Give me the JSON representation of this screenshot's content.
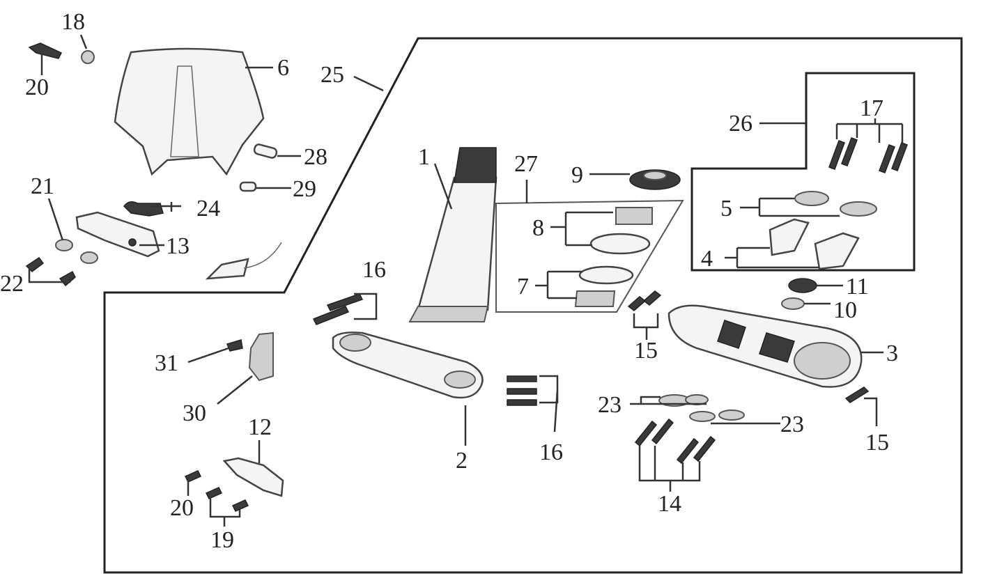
{
  "callouts": {
    "c1": "1",
    "c2": "2",
    "c3": "3",
    "c4": "4",
    "c5": "5",
    "c6": "6",
    "c7": "7",
    "c8": "8",
    "c9": "9",
    "c10": "10",
    "c11": "11",
    "c12": "12",
    "c13": "13",
    "c14": "14",
    "c15a": "15",
    "c15b": "15",
    "c16a": "16",
    "c16b": "16",
    "c17": "17",
    "c18": "18",
    "c19": "19",
    "c20a": "20",
    "c20b": "20",
    "c21": "21",
    "c22": "22",
    "c23a": "23",
    "c23b": "23",
    "c24": "24",
    "c25": "25",
    "c26": "26",
    "c27": "27",
    "c28": "28",
    "c29": "29",
    "c30": "30",
    "c31": "31"
  }
}
